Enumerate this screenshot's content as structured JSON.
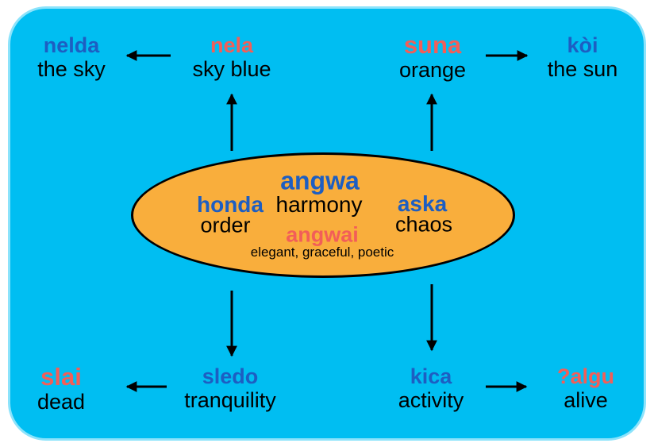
{
  "colors": {
    "page_background": "#FFFFFF",
    "panel_fill": "#00BEF2",
    "panel_edge": "#8CE3FB",
    "ellipse_fill": "#F9AE3C",
    "ellipse_stroke": "#000000",
    "word_blue": "#1D5EC2",
    "word_red": "#F25E58",
    "gloss_black": "#000000",
    "arrow_black": "#000000"
  },
  "ellipse": {
    "main": {
      "word": "angwa",
      "gloss": "harmony"
    },
    "left": {
      "word": "honda",
      "gloss": "order"
    },
    "right": {
      "word": "aska",
      "gloss": "chaos"
    },
    "derived": {
      "word": "angwai",
      "gloss": "elegant, graceful, poetic"
    }
  },
  "nodes": {
    "top_left": {
      "word": "nelda",
      "gloss": "the sky",
      "color": "blue"
    },
    "top_mid_left": {
      "word": "nela",
      "gloss": "sky blue",
      "color": "red"
    },
    "top_mid_right": {
      "word": "suna",
      "gloss": "orange",
      "color": "red"
    },
    "top_right": {
      "word": "kòi",
      "gloss": "the sun",
      "color": "blue"
    },
    "bottom_left": {
      "word": "slai",
      "gloss": "dead",
      "color": "red"
    },
    "bottom_mid_left": {
      "word": "sledo",
      "gloss": "tranquility",
      "color": "blue"
    },
    "bottom_mid_right": {
      "word": "kica",
      "gloss": "activity",
      "color": "blue"
    },
    "bottom_right": {
      "word": "?algu",
      "gloss": "alive",
      "color": "red"
    }
  }
}
